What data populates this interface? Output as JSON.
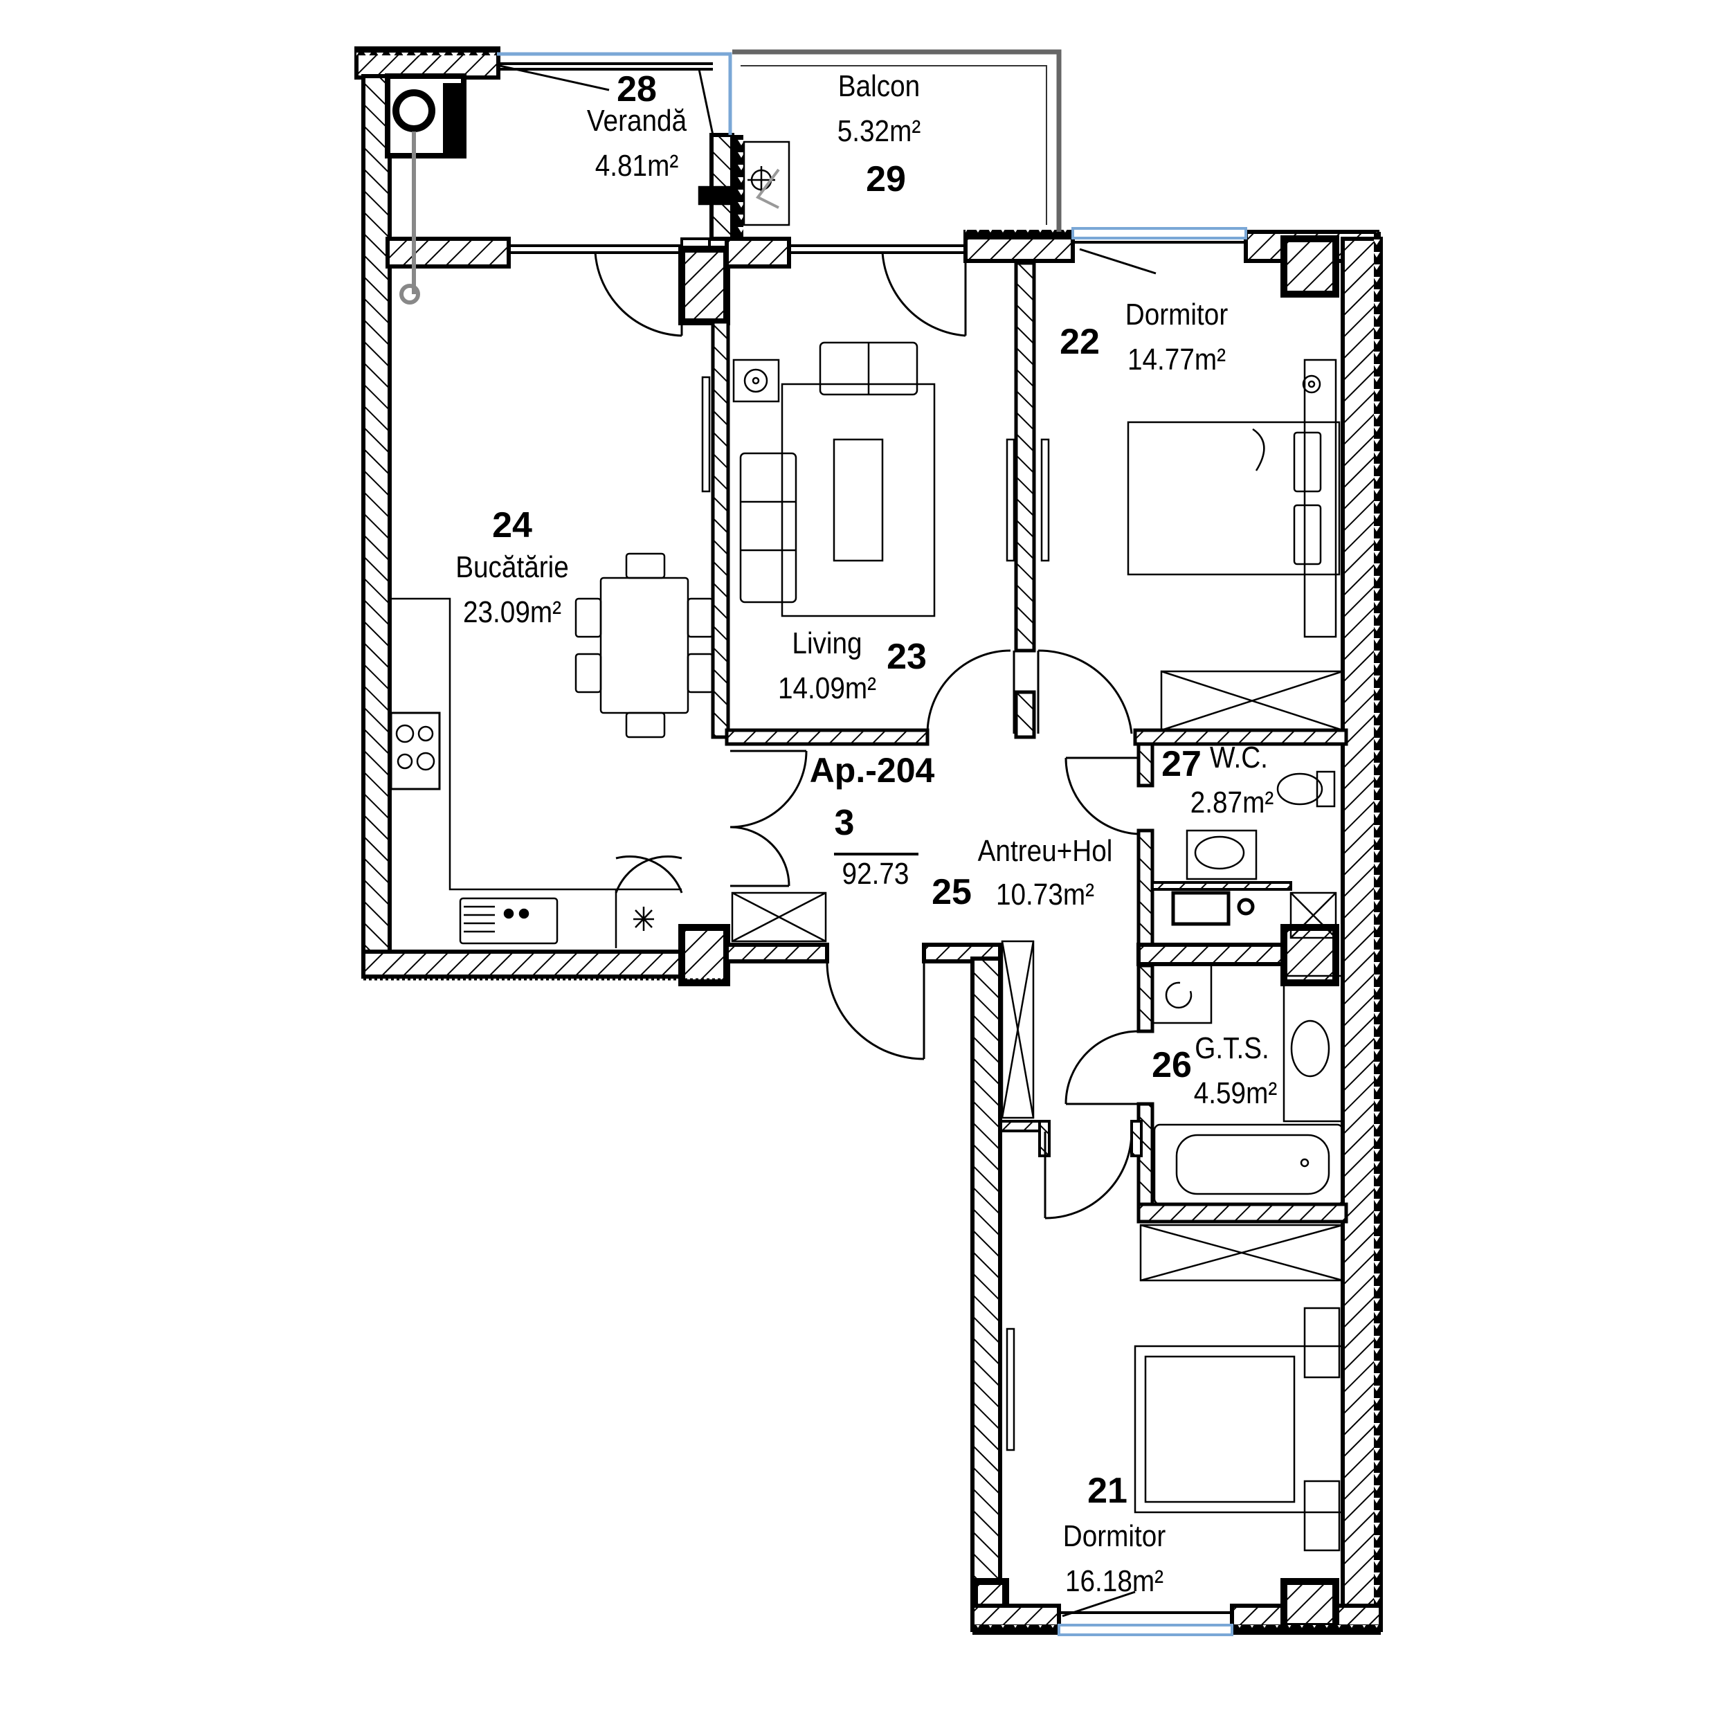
{
  "plan": {
    "apartment": {
      "id_label": "Ap.-204",
      "rooms_count": "3",
      "total_area": "92.73"
    },
    "colors": {
      "wall": "#000000",
      "hatch": "#000000",
      "glazing": "#7aa7d6",
      "light_line": "#666666"
    },
    "rooms": [
      {
        "number": "21",
        "name": "Dormitor",
        "area": "16.18m²"
      },
      {
        "number": "22",
        "name": "Dormitor",
        "area": "14.77m²"
      },
      {
        "number": "23",
        "name": "Living",
        "area": "14.09m²"
      },
      {
        "number": "24",
        "name": "Bucătărie",
        "area": "23.09m²"
      },
      {
        "number": "25",
        "name": "Antreu+Hol",
        "area": "10.73m²"
      },
      {
        "number": "26",
        "name": "G.T.S.",
        "area": "4.59m²"
      },
      {
        "number": "27",
        "name": "W.C.",
        "area": "2.87m²"
      },
      {
        "number": "28",
        "name": "Verandă",
        "area": "4.81m²"
      },
      {
        "number": "29",
        "name": "Balcon",
        "area": "5.32m²"
      }
    ],
    "icons": [
      "chimney-flue-icon",
      "ac-unit-icon",
      "radiator-icon",
      "stove-icon",
      "sink-icon",
      "fridge-icon",
      "bed-icon",
      "sofa-icon",
      "wardrobe-icon",
      "toilet-icon",
      "washbasin-icon",
      "bathtub-icon",
      "washing-machine-icon",
      "dining-table-icon",
      "door-swing-icon",
      "window-icon"
    ]
  }
}
